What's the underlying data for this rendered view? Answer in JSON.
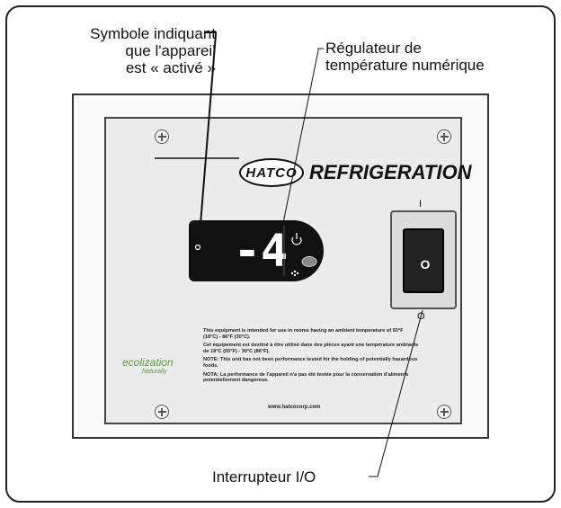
{
  "callouts": {
    "on_symbol": [
      "Symbole indiquant",
      "que l'appareil",
      "est « activé »"
    ],
    "temp_controller": [
      "Régulateur de",
      "température numérique"
    ],
    "io_switch": "Interrupteur I/O"
  },
  "panel": {
    "logo_text": "HATCO",
    "brand_title": "REFRIGERATION",
    "display_reading": "-4",
    "switch": {
      "top_mark": "I",
      "rocker_label": "O",
      "bottom_mark": "O"
    },
    "notice": [
      "This equipment is intended for use in rooms having an ambient temperature of 65°F (18°C) - 86°F (30°C).",
      "Cet équipement est destiné à être utilisé dans des pièces ayant une température ambiante de 18°C (65°F) - 30°C (86°F).",
      "NOTE: This unit has not been performance tested for the holding of potentially hazardous foods.",
      "NOTA: La performance de l'appareil n'a pas été testée pour la conservation d'aliments potentiellement dangereux."
    ],
    "website": "www.hatcocorp.com",
    "eco_logo": {
      "main": "ecolization",
      "sub": "Naturally"
    }
  }
}
